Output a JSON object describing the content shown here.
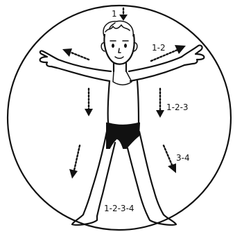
{
  "labels": {
    "top": "1",
    "right_arm": "1-2",
    "right_body": "1-2-3",
    "right_leg": "3-4",
    "bottom": "1-2-3-4"
  },
  "colors": {
    "ink": "#111111",
    "background": "#ffffff",
    "shorts": "#111111"
  }
}
